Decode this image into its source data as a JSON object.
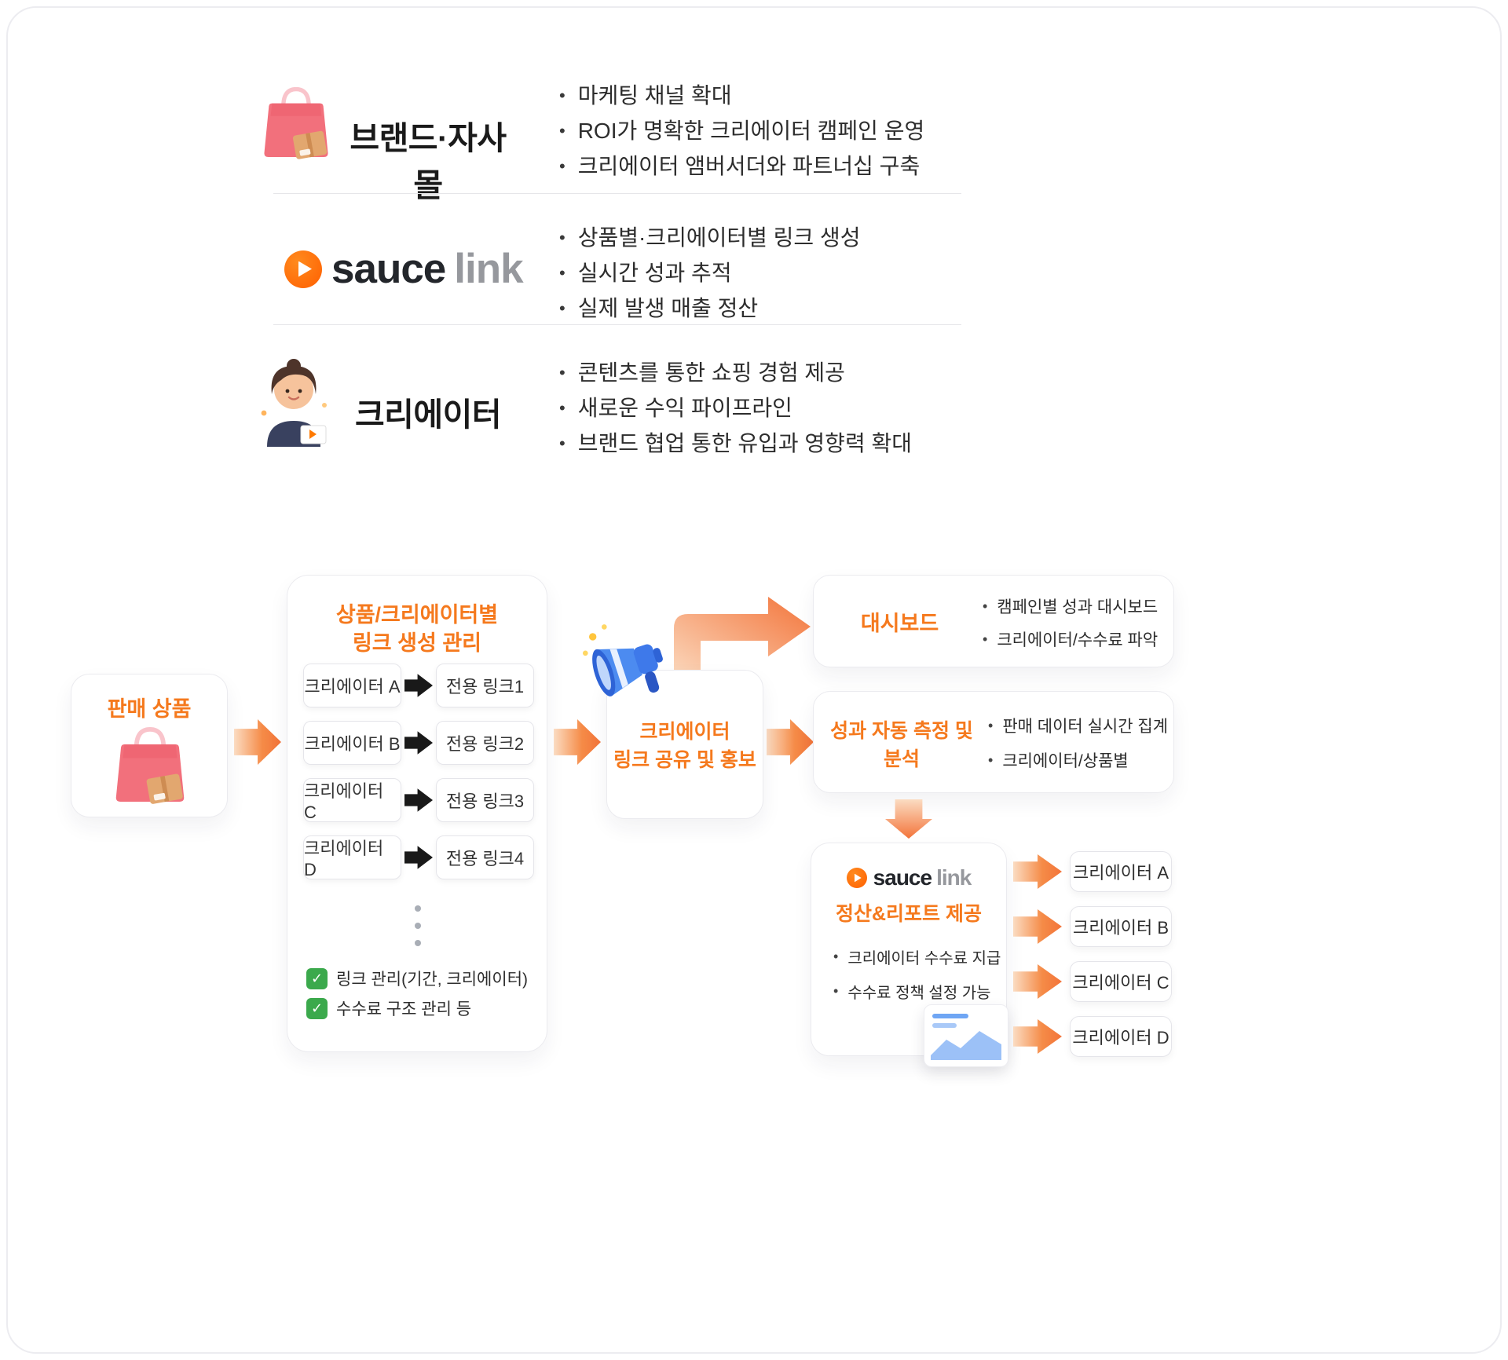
{
  "colors": {
    "accent": "#F5791D",
    "arrow": "#F3743A",
    "black_arrow": "#191919",
    "check_green": "#3BA94C",
    "logo_orange": "#FF6A00"
  },
  "top": {
    "rows": [
      {
        "icon": "shopping-bag-icon",
        "title": "브랜드·자사몰",
        "bullets": [
          "마케팅 채널 확대",
          "ROI가 명확한 크리에이터 캠페인 운영",
          "크리에이터 앰버서더와 파트너십 구축"
        ]
      },
      {
        "icon": "sauce-link-logo",
        "logo": {
          "word1": "sauce",
          "word2": "link"
        },
        "bullets": [
          "상품별·크리에이터별 링크 생성",
          "실시간 성과 추적",
          "실제 발생 매출 정산"
        ]
      },
      {
        "icon": "creator-avatar-icon",
        "title": "크리에이터",
        "bullets": [
          "콘텐츠를 통한 쇼핑 경험 제공",
          "새로운 수익 파이프라인",
          "브랜드 협업 통한 유입과 영향력 확대"
        ]
      }
    ]
  },
  "flow": {
    "product": {
      "title": "판매 상품"
    },
    "link_mgmt": {
      "title1": "상품/크리에이터별",
      "title2": "링크 생성 관리",
      "pairs": [
        {
          "creator": "크리에이터 A",
          "link": "전용 링크1"
        },
        {
          "creator": "크리에이터 B",
          "link": "전용 링크2"
        },
        {
          "creator": "크리에이터 C",
          "link": "전용 링크3"
        },
        {
          "creator": "크리에이터 D",
          "link": "전용 링크4"
        }
      ],
      "checks": [
        "링크 관리(기간, 크리에이터)",
        "수수료 구조 관리 등"
      ]
    },
    "share": {
      "title1": "크리에이터",
      "title2": "링크 공유 및 홍보"
    },
    "dashboard": {
      "title": "대시보드",
      "bullets": [
        "캠페인별 성과 대시보드",
        "크리에이터/수수료 파악"
      ]
    },
    "analysis": {
      "title1": "성과 자동 측정 및",
      "title2": "분석",
      "bullets": [
        "판매 데이터 실시간 집계",
        "크리에이터/상품별"
      ]
    },
    "settlement": {
      "logo": {
        "word1": "sauce",
        "word2": "link"
      },
      "title": "정산&리포트 제공",
      "bullets": [
        "크리에이터 수수료 지급",
        "수수료 정책 설정 가능"
      ]
    },
    "creators": [
      "크리에이터 A",
      "크리에이터 B",
      "크리에이터 C",
      "크리에이터 D"
    ]
  }
}
